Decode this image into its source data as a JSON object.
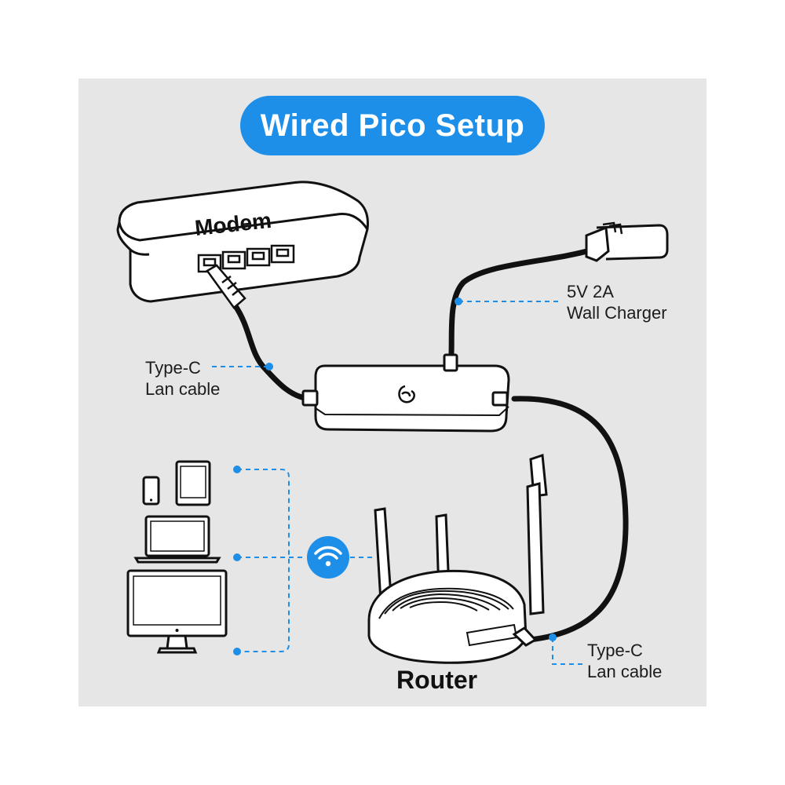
{
  "title": "Wired Pico Setup",
  "devices": {
    "modem": "Modem",
    "router": "Router"
  },
  "labels": {
    "charger": [
      "5V 2A",
      "Wall Charger"
    ],
    "modem_cable": [
      "Type-C",
      "Lan cable"
    ],
    "router_cable": [
      "Type-C",
      "Lan cable"
    ]
  },
  "icons": [
    "wifi-icon",
    "pico-logo-icon",
    "smartphone-icon",
    "tablet-icon",
    "laptop-icon",
    "desktop-monitor-icon",
    "wall-charger-icon",
    "modem-device",
    "router-device"
  ],
  "colors": {
    "accent": "#1e8fe8",
    "panel_background": "#e6e6e6",
    "line": "#111111"
  }
}
